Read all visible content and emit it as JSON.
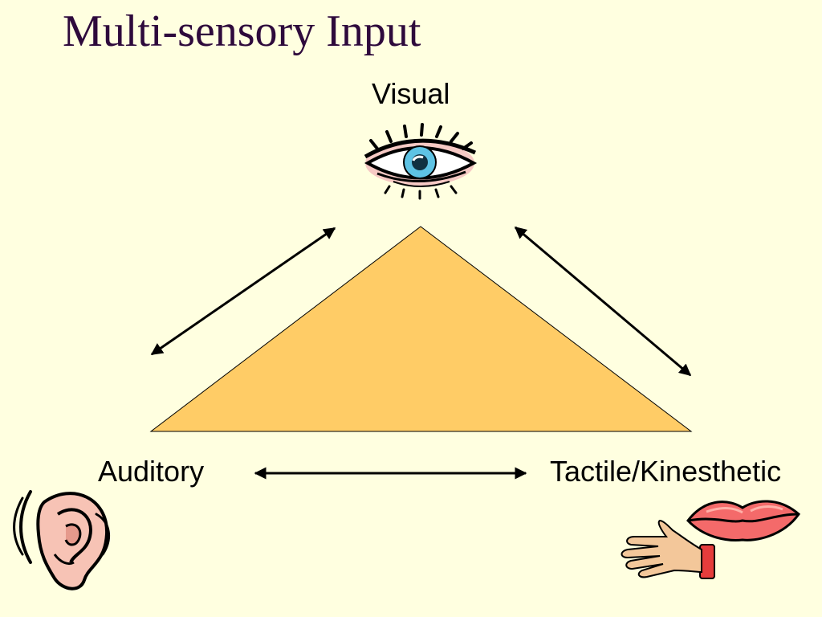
{
  "slide": {
    "title": "Multi-sensory Input"
  },
  "diagram": {
    "nodes": [
      {
        "id": "visual",
        "label": "Visual",
        "icon": "eye-icon"
      },
      {
        "id": "auditory",
        "label": "Auditory",
        "icon": "ear-icon"
      },
      {
        "id": "tactile",
        "label": "Tactile/Kinesthetic",
        "icon": "hand-and-lips-icon"
      }
    ],
    "edges": [
      {
        "from": "visual",
        "to": "auditory",
        "type": "bidirectional"
      },
      {
        "from": "visual",
        "to": "tactile",
        "type": "bidirectional"
      },
      {
        "from": "auditory",
        "to": "tactile",
        "type": "bidirectional"
      }
    ]
  },
  "colors": {
    "background": "#FFFFE0",
    "title": "#2E0A3C",
    "triangle_fill": "#FFCC66",
    "arrow": "#000000"
  }
}
